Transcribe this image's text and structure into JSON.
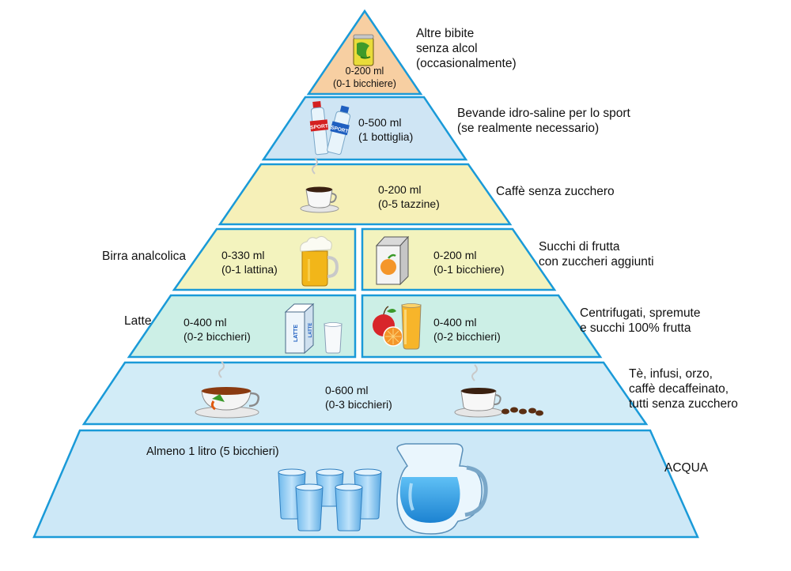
{
  "tiers": {
    "t1": {
      "label_lines": [
        "Altre bibite",
        "senza alcol",
        "(occasionalmente)"
      ],
      "amount": "0-200 ml",
      "portion": "(0-1 bicchiere)",
      "color": "#f7cfa2"
    },
    "t2": {
      "label_lines": [
        "Bevande idro-saline per lo sport",
        "(se realmente necessario)"
      ],
      "amount": "0-500 ml",
      "portion": "(1 bottiglia)",
      "color": "#cfe5f4"
    },
    "t3": {
      "label_lines": [
        "Caffè senza zucchero"
      ],
      "amount": "0-200 ml",
      "portion": "(0-5 tazzine)",
      "color": "#f6f0b8"
    },
    "t4": {
      "left": {
        "label": "Birra analcolica",
        "amount": "0-330 ml",
        "portion": "(0-1 lattina)"
      },
      "right": {
        "label_lines": [
          "Succhi di frutta",
          "con zuccheri aggiunti"
        ],
        "amount": "0-200 ml",
        "portion": "(0-1 bicchiere)"
      },
      "color": "#f3f3be"
    },
    "t5": {
      "left": {
        "label": "Latte",
        "amount": "0-400 ml",
        "portion": "(0-2 bicchieri)",
        "carton_text": "LATTE"
      },
      "right": {
        "label_lines": [
          "Centrifugati, spremute",
          "e succhi 100% frutta"
        ],
        "amount": "0-400 ml",
        "portion": "(0-2 bicchieri)"
      },
      "color": "#ccefe6"
    },
    "t6": {
      "label_lines": [
        "Tè, infusi, orzo,",
        "caffè decaffeinato,",
        "tutti senza zucchero"
      ],
      "amount": "0-600 ml",
      "portion": "(0-3 bicchieri)",
      "color": "#d2ecf7"
    },
    "t7": {
      "label": "ACQUA",
      "amount_text": "Almeno 1 litro (5 bicchieri)",
      "color": "#cde8f7"
    }
  },
  "bottle_labels": [
    "SPORT",
    "SPORT"
  ],
  "colors": {
    "border": "#1a9ad8",
    "water": "#3aa7e6",
    "tea": "#8a3a10",
    "coffee": "#3a2010",
    "beer": "#f2b619",
    "juice": "#f7b52a"
  }
}
